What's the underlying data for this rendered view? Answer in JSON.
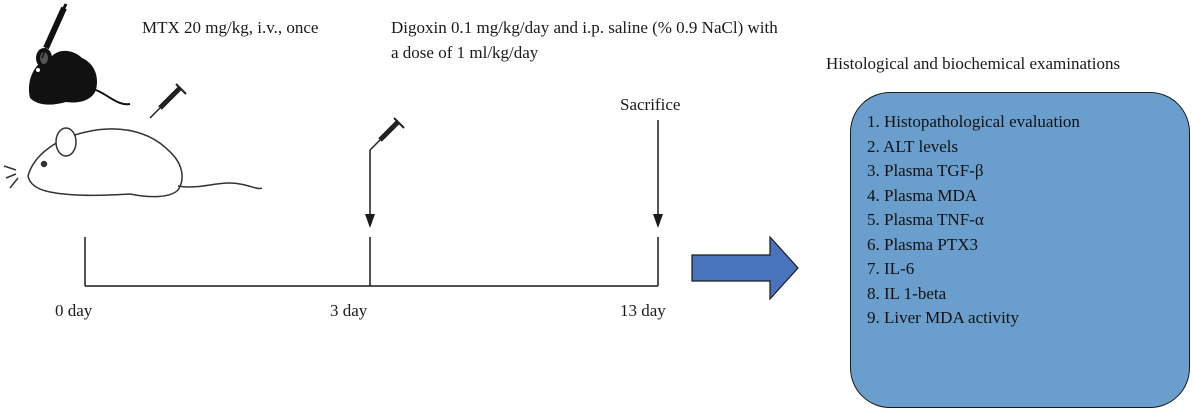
{
  "labels": {
    "mtx": "MTX 20 mg/kg, i.v., once",
    "digoxin_line1": "Digoxin 0.1 mg/kg/day and i.p. saline (% 0.9 NaCl) with",
    "digoxin_line2": "a dose of 1 ml/kg/day",
    "exams_heading": "Histological and biochemical examinations",
    "sacrifice": "Sacrifice"
  },
  "timeline": {
    "days": [
      "0 day",
      "3 day",
      "13 day"
    ]
  },
  "results": [
    "1. Histopathological evaluation",
    "2. ALT levels",
    "3. Plasma TGF-β",
    "4. Plasma MDA",
    "5. Plasma TNF-α",
    "6. Plasma PTX3",
    "7. IL-6",
    "8. IL 1-beta",
    "9. Liver MDA activity"
  ],
  "colors": {
    "box_fill": "#6a9ecd",
    "arrow_fill": "#4a73bd",
    "line": "#1a1a1a"
  },
  "icons": [
    "mouse-injection-icon",
    "syringe-icon",
    "rat-icon"
  ]
}
